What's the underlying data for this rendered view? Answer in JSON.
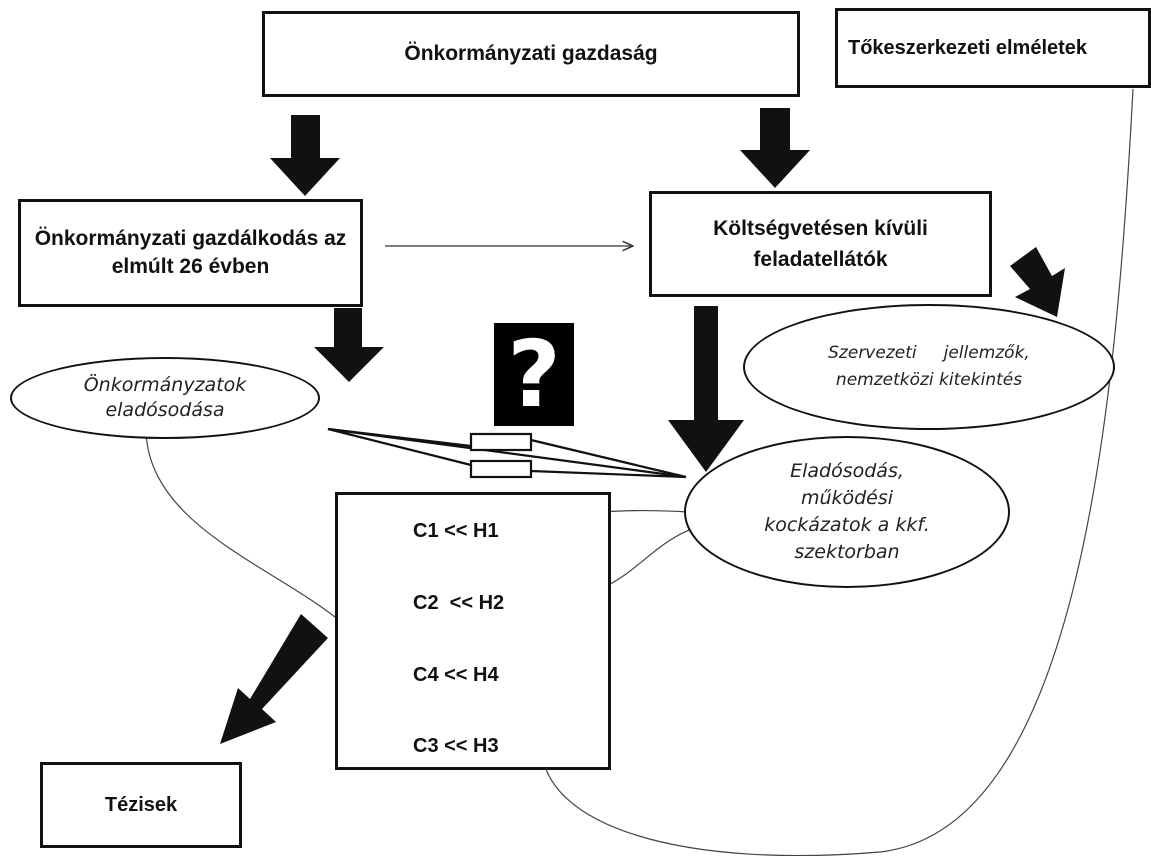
{
  "boxes": {
    "top_main": "Önkormányzati gazdaság",
    "capital_structure": "Tőkeszerkezeti elméletek",
    "municipal_management": "Önkormányzati gazdálkodás az elmúlt 26 évben",
    "off_budget": "Költségvetésen kívüli feladatellátók",
    "theses": "Tézisek"
  },
  "ellipses": {
    "municipal_debt": "Önkormányzatok eladósodása",
    "organizational": "Szervezeti     jellemzők, nemzetközi kitekintés",
    "debt_risks": "Eladósodás, működési kockázatok a kkf. szektorban"
  },
  "hypotheses": [
    "C1 << H1",
    "C2  << H2",
    "C4 << H4",
    "C3 << H3"
  ],
  "question_mark": "?",
  "icons": [
    "down-arrow-icon",
    "diagonal-arrow-icon",
    "question-mark-icon"
  ]
}
